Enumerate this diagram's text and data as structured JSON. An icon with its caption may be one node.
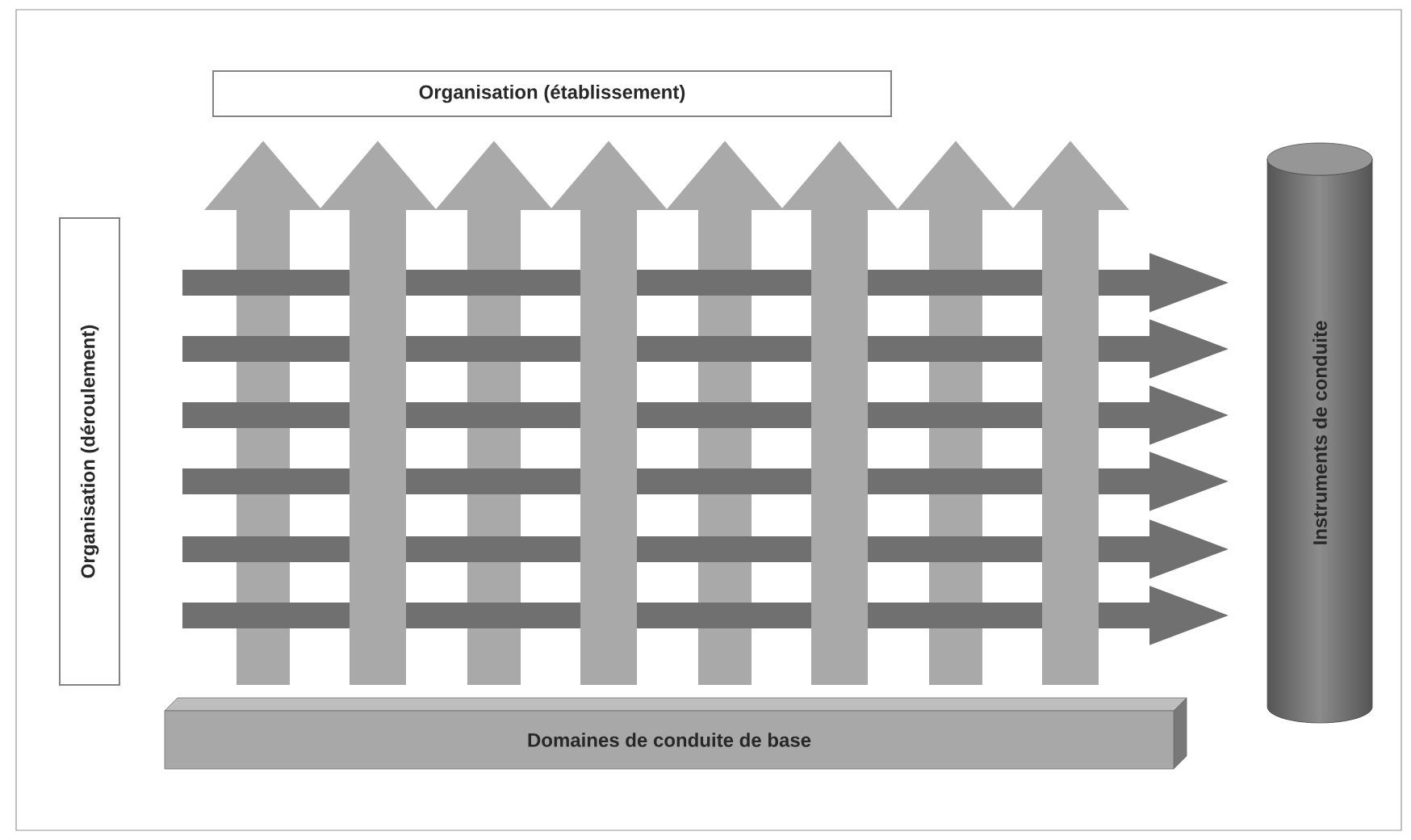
{
  "diagram": {
    "nodes": [
      {
        "text": [
          "Organisation (établissement)"
        ]
      },
      {
        "text": [
          "Organisation (déroulement)"
        ]
      },
      {
        "text": [
          "Domaines de conduite de base"
        ]
      },
      {
        "text": [
          "Instruments de conduite"
        ]
      }
    ],
    "edges": [
      {
        "from": 2,
        "to": 0,
        "arrow": "to"
      },
      {
        "from": 2,
        "to": 0,
        "arrow": "to"
      },
      {
        "from": 2,
        "to": 0,
        "arrow": "to"
      },
      {
        "from": 2,
        "to": 0,
        "arrow": "to"
      },
      {
        "from": 2,
        "to": 0,
        "arrow": "to"
      },
      {
        "from": 2,
        "to": 0,
        "arrow": "to"
      },
      {
        "from": 2,
        "to": 0,
        "arrow": "to"
      },
      {
        "from": 2,
        "to": null,
        "arrow": "to"
      },
      {
        "from": null,
        "to": 3,
        "arrow": "to",
        "color": "#707070"
      },
      {
        "from": null,
        "to": 3,
        "arrow": "to",
        "color": "#707070"
      },
      {
        "from": null,
        "to": 3,
        "arrow": "to",
        "color": "#707070"
      },
      {
        "from": null,
        "to": 3,
        "arrow": "to",
        "color": "#707070"
      },
      {
        "from": null,
        "to": 3,
        "arrow": "to",
        "color": "#707070"
      },
      {
        "from": null,
        "to": 3,
        "arrow": "to",
        "color": "#707070"
      }
    ]
  }
}
